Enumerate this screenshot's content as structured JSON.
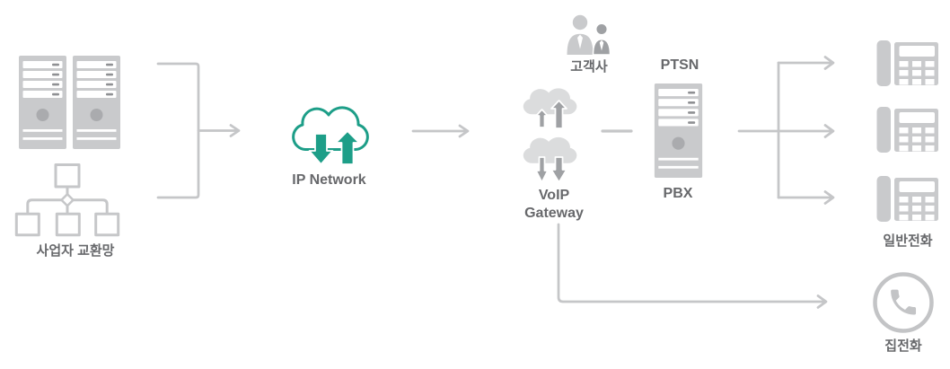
{
  "title": "VoIP network architecture diagram",
  "colors": {
    "accent_teal": "#1d9e88",
    "icon_gray_light": "#c9cacc",
    "icon_gray_mid": "#9fa1a4",
    "line_gray": "#c5c6c8",
    "text_gray": "#67686b",
    "cloud_gray": "#dbdcdd",
    "background": "#ffffff"
  },
  "nodes": {
    "carrier_exchange": {
      "label": "사업자 교환망",
      "icon": "server-rack-icon + network-topology-icon"
    },
    "ip_network": {
      "label": "IP Network",
      "icon": "teal-cloud-up-down-arrows-icon"
    },
    "customer": {
      "label": "고객사",
      "icon": "two-people-icon"
    },
    "voip_gateway": {
      "label": "VoIP Gateway",
      "icon": "double-cloud-arrows-icon"
    },
    "ptsn": {
      "label": "PTSN"
    },
    "pbx": {
      "label": "PBX",
      "icon": "server-tower-icon"
    },
    "landline": {
      "label": "일반전화",
      "icon": "desk-phone-icon",
      "count": 3
    },
    "home_phone": {
      "label": "집전화",
      "icon": "handset-circle-icon"
    }
  },
  "connections": [
    {
      "from": "carrier_exchange",
      "to": "ip_network",
      "style": "bracket-then-arrow"
    },
    {
      "from": "ip_network",
      "to": "voip_gateway",
      "style": "arrow"
    },
    {
      "from": "voip_gateway",
      "to": "pbx",
      "style": "short-dash"
    },
    {
      "from": "pbx",
      "to": "landline",
      "style": "three-branch-arrows"
    },
    {
      "from": "voip_gateway",
      "to": "home_phone",
      "style": "elbow-arrow-down-right"
    }
  ]
}
